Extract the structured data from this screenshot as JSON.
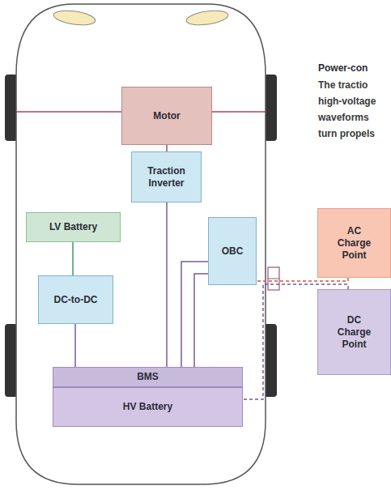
{
  "diagram": {
    "nodes": [
      {
        "text": [
          "Motor"
        ]
      },
      {
        "text": [
          "Traction Inverter"
        ]
      },
      {
        "text": [
          "LV Battery"
        ]
      },
      {
        "text": [
          "OBC"
        ]
      },
      {
        "text": [
          "AC Charge Point"
        ]
      },
      {
        "text": [
          "DC-to-DC"
        ]
      },
      {
        "text": [
          "DC Charge Point"
        ]
      },
      {
        "text": [
          "BMS"
        ]
      },
      {
        "text": [
          "HV Battery"
        ]
      }
    ],
    "edges": [
      {
        "from": 0,
        "to": 1,
        "arrow": "none"
      },
      {
        "from": 1,
        "to": 7,
        "arrow": "none"
      },
      {
        "from": 2,
        "to": 5,
        "arrow": "none"
      },
      {
        "from": 5,
        "to": 7,
        "arrow": "none"
      },
      {
        "from": 3,
        "to": 7,
        "arrow": "none"
      },
      {
        "from": 4,
        "to": 3,
        "arrow": "none"
      },
      {
        "from": 6,
        "to": 8,
        "arrow": "none"
      }
    ],
    "labels": [
      "Power-con",
      "The tractio",
      "high-voltage",
      "waveforms",
      "turn propels"
    ]
  }
}
